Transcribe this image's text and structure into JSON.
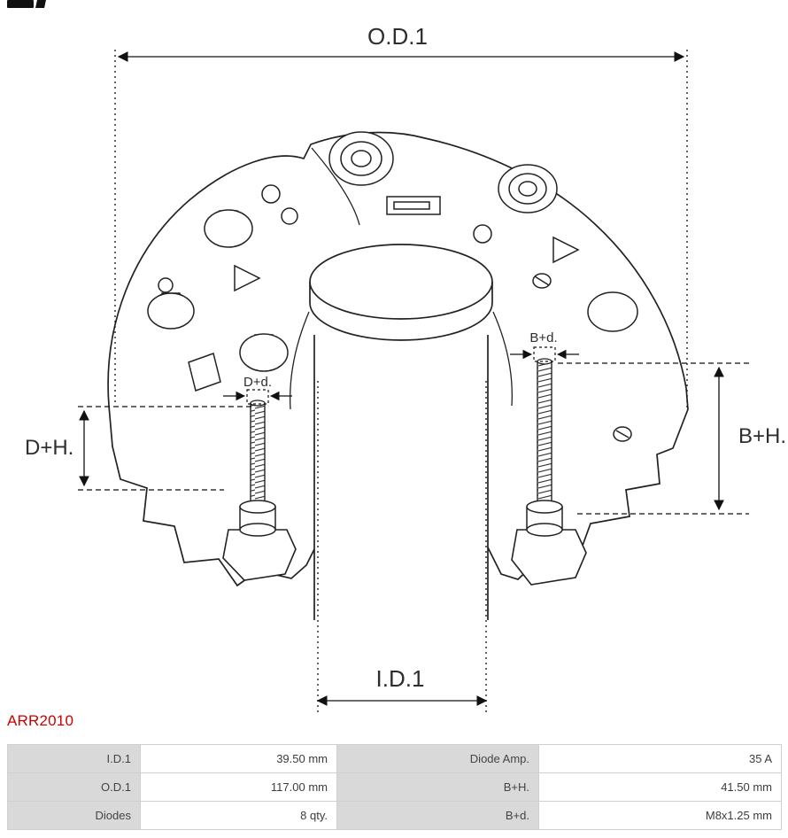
{
  "part_number": "ARR2010",
  "drawing": {
    "labels": {
      "od1": "O.D.1",
      "id1": "I.D.1",
      "dh": "D+H.",
      "bh": "B+H.",
      "dd": "D+d.",
      "bd": "B+d."
    }
  },
  "spec_table": {
    "rows": [
      {
        "left_label": "I.D.1",
        "left_value": "39.50 mm",
        "right_label": "Diode Amp.",
        "right_value": "35 A"
      },
      {
        "left_label": "O.D.1",
        "left_value": "117.00 mm",
        "right_label": "B+H.",
        "right_value": "41.50 mm"
      },
      {
        "left_label": "Diodes",
        "left_value": "8 qty.",
        "right_label": "B+d.",
        "right_value": "M8x1.25 mm"
      }
    ]
  }
}
